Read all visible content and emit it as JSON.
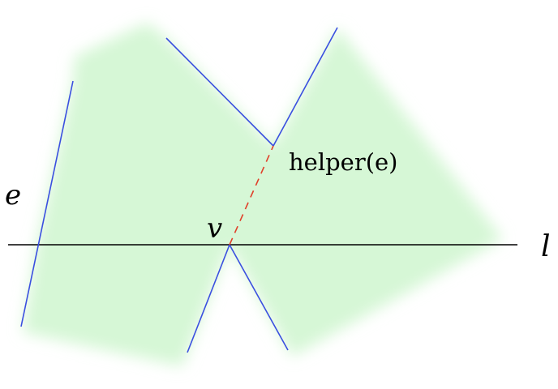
{
  "labels": {
    "edge": "e",
    "vertex": "v",
    "sweep_line": "l",
    "helper": "helper(e)"
  },
  "colors": {
    "region_fill": "#d6f7d6",
    "edge_stroke": "#3a4fe0",
    "sweep_line_stroke": "#000000",
    "helper_dash_stroke": "#e0402a",
    "background": "#ffffff"
  }
}
